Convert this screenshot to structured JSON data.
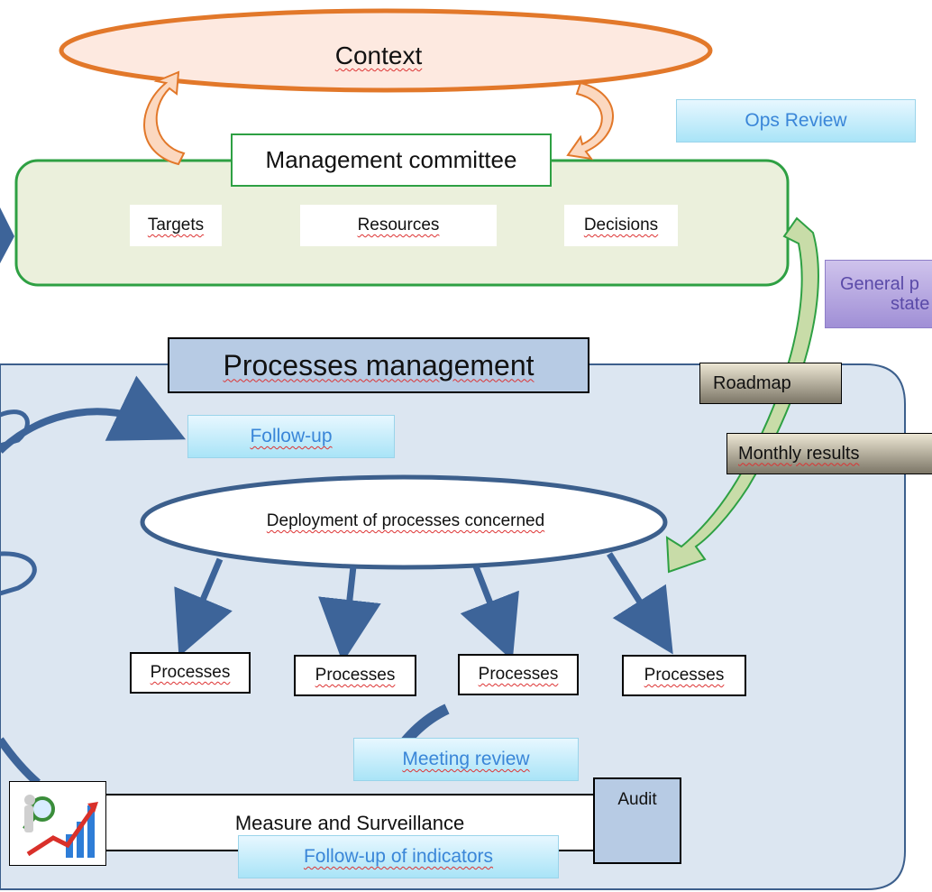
{
  "context": {
    "label": "Context"
  },
  "management": {
    "title": "Management committee",
    "items": [
      "Targets",
      "Resources",
      "Decisions"
    ]
  },
  "ops_review": "Ops Review",
  "general_label": {
    "line1": "General p",
    "line2": "state"
  },
  "processes_management": {
    "title": "Processes management",
    "roadmap": "Roadmap",
    "monthly_results": "Monthly results",
    "follow_up": "Follow-up",
    "deployment": "Deployment of processes concerned",
    "processes": [
      "Processes",
      "Processes",
      "Processes",
      "Processes"
    ],
    "meeting_review": "Meeting review"
  },
  "measure": {
    "title": "Measure and Surveillance",
    "audit": "Audit",
    "follow_up_indicators": "Follow-up of indicators"
  },
  "colors": {
    "context_stroke": "#e2782a",
    "committee_fill": "#ebf0dc",
    "committee_stroke": "#2ea043",
    "pm_fill": "#dce6f1",
    "pm_stroke": "#3c5f8c",
    "arrow_blue": "#3d6499",
    "arrow_green": "#c8dca8"
  }
}
